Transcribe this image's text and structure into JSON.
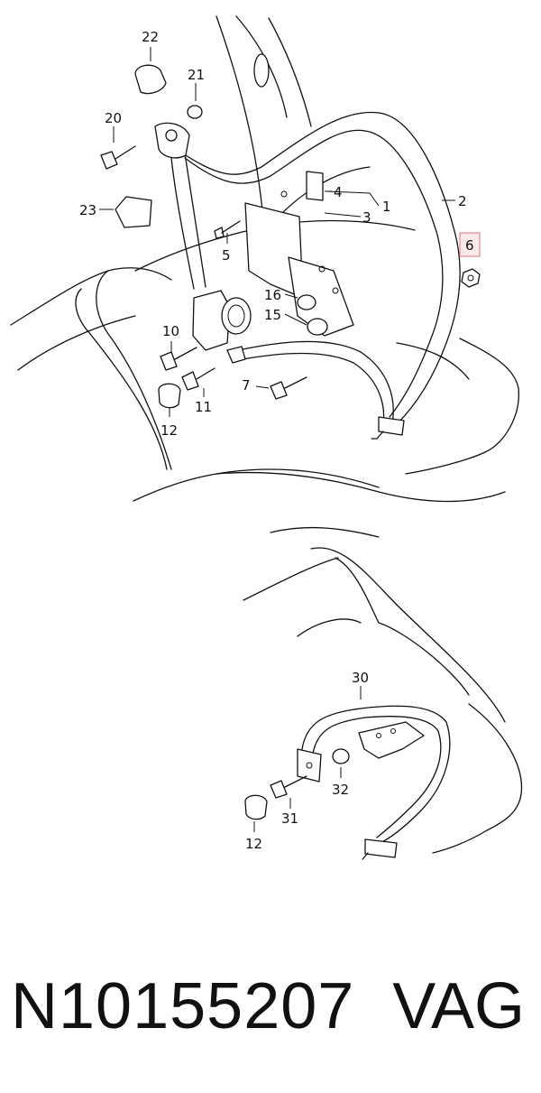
{
  "diagram": {
    "labels": [
      "22",
      "21",
      "20",
      "23",
      "5",
      "4",
      "1",
      "3",
      "2",
      "6",
      "16",
      "15",
      "10",
      "11",
      "7",
      "12",
      "30",
      "32",
      "31",
      "12"
    ],
    "highlighted_label": "6",
    "highlight_color": "#e08a93"
  },
  "footer": {
    "part_number": "N10155207",
    "brand": "VAG"
  }
}
